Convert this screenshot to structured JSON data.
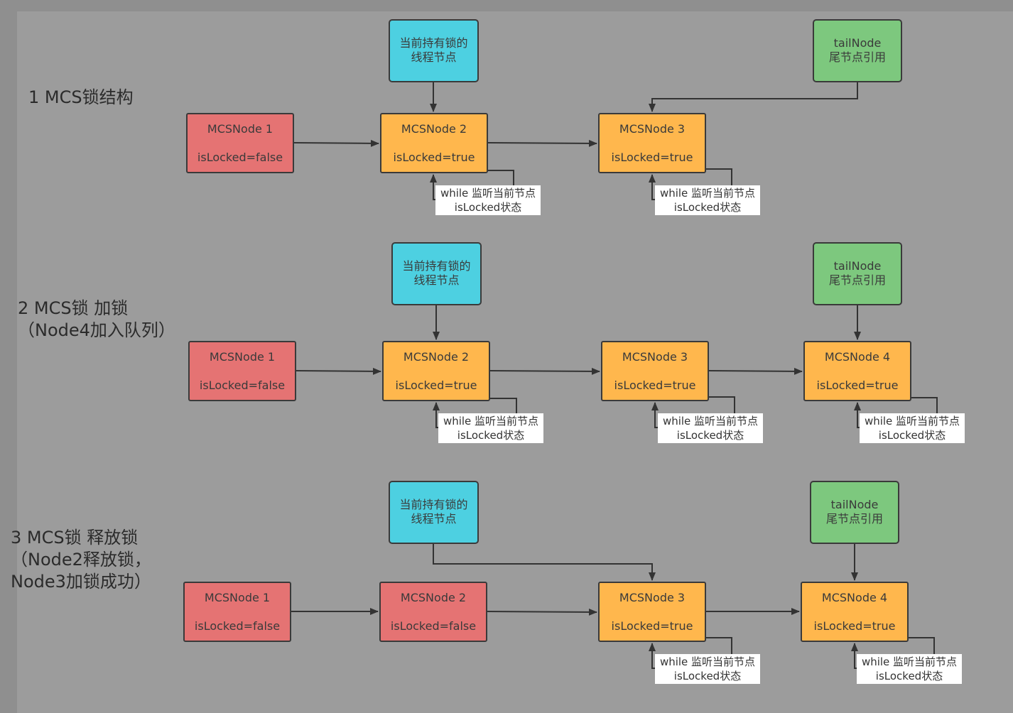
{
  "sections": [
    {
      "label": "1 MCS锁结构"
    },
    {
      "label": "2 MCS锁 加锁\n（Node4加入队列）"
    },
    {
      "label": "3 MCS锁 释放锁\n（Node2释放锁，\nNode3加锁成功）"
    }
  ],
  "callout": {
    "current_holder": "当前持有锁的\n线程节点",
    "tail": "tailNode\n尾节点引用"
  },
  "note": "while 监听当前节点\nisLocked状态",
  "nodes": {
    "s1": [
      {
        "name": "MCSNode 1",
        "state": "isLocked=false"
      },
      {
        "name": "MCSNode 2",
        "state": "isLocked=true"
      },
      {
        "name": "MCSNode 3",
        "state": "isLocked=true"
      }
    ],
    "s2": [
      {
        "name": "MCSNode 1",
        "state": "isLocked=false"
      },
      {
        "name": "MCSNode 2",
        "state": "isLocked=true"
      },
      {
        "name": "MCSNode 3",
        "state": "isLocked=true"
      },
      {
        "name": "MCSNode 4",
        "state": "isLocked=true"
      }
    ],
    "s3": [
      {
        "name": "MCSNode 1",
        "state": "isLocked=false"
      },
      {
        "name": "MCSNode 2",
        "state": "isLocked=false"
      },
      {
        "name": "MCSNode 3",
        "state": "isLocked=true"
      },
      {
        "name": "MCSNode 4",
        "state": "isLocked=true"
      }
    ]
  },
  "colors": {
    "unlocked": "#e57373",
    "locked": "#ffb74d",
    "holder": "#4dd0e1",
    "tail": "#7dc87e",
    "arrow": "#333333"
  }
}
